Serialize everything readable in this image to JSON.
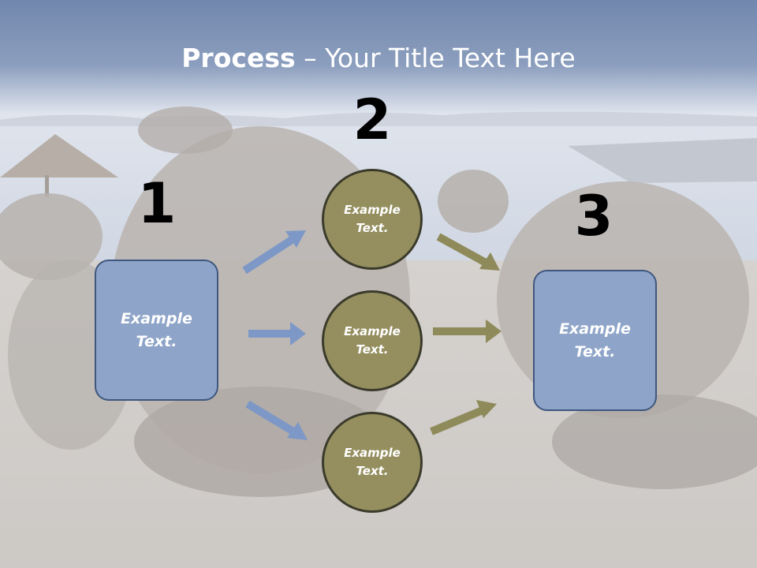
{
  "title": {
    "bold": "Process",
    "rest": " – Your Title Text Here"
  },
  "steps": [
    "1",
    "2",
    "3"
  ],
  "left_box": {
    "text": "Example Text."
  },
  "circles": [
    {
      "text": "Example Text."
    },
    {
      "text": "Example Text."
    },
    {
      "text": "Example Text."
    }
  ],
  "right_box": {
    "text": "Example Text."
  },
  "colors": {
    "title_band": "#4a6797",
    "box_fill": "#8ea4c8",
    "box_border": "#3f577f",
    "circle_fill": "#958f60",
    "circle_border": "#3b3b2b",
    "arrow_blue": "#7d98c6",
    "arrow_olive": "#8e8a5a"
  }
}
